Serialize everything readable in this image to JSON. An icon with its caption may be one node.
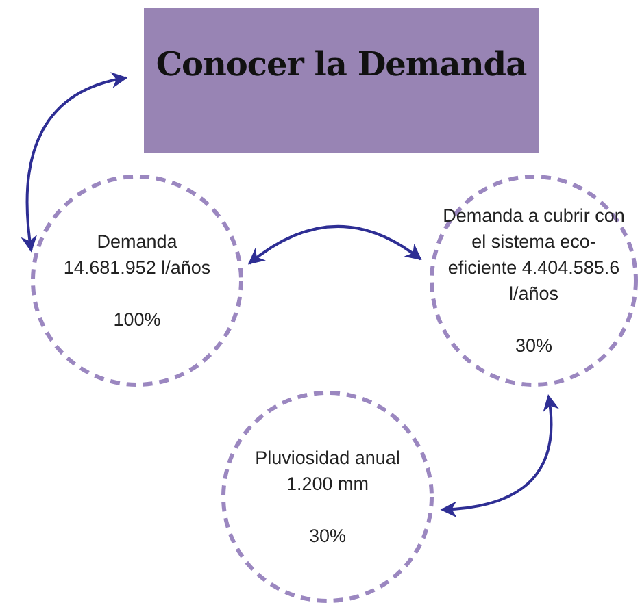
{
  "diagram": {
    "nodes": [
      {
        "text": [
          "Conocer la Demanda"
        ]
      },
      {
        "text": [
          "Demanda 14.681.952 l/años",
          "100%"
        ]
      },
      {
        "text": [
          "Demanda a cubrir con el sistema eco-eficiente 4.404.585.6 l/años",
          "30%"
        ]
      },
      {
        "text": [
          "Pluviosidad anual 1.200 mm",
          "30%"
        ]
      }
    ],
    "edges": [
      {
        "from": 0,
        "to": 1,
        "arrow": "both"
      },
      {
        "from": 1,
        "to": 2,
        "arrow": "both"
      },
      {
        "from": 2,
        "to": 3,
        "arrow": "both"
      }
    ]
  }
}
